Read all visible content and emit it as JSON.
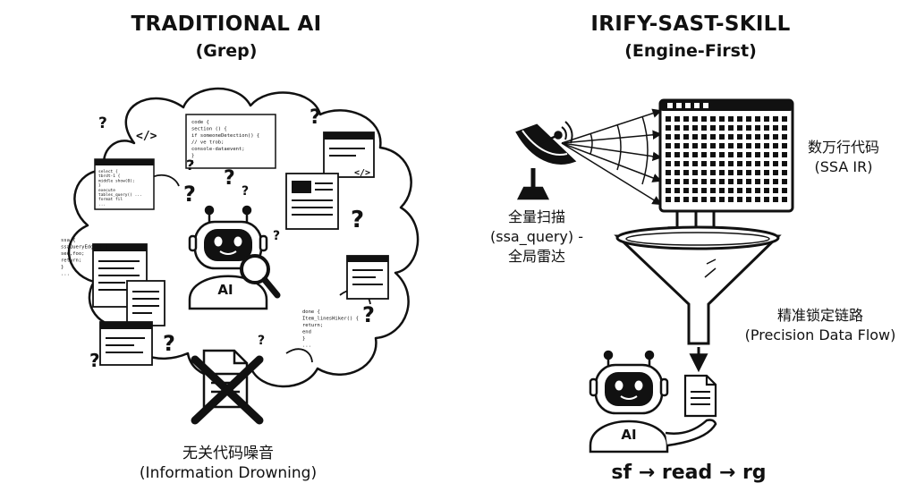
{
  "left": {
    "title": "TRADITIONAL AI",
    "subtitle": "(Grep)",
    "robot_badge": "AI",
    "caption_cn": "无关代码噪音",
    "caption_en": "(Information Drowning)",
    "code_snippets": {
      "tag_a": "</>",
      "tag_b": "</>",
      "code_top": [
        "code {",
        "  section () {",
        "    if someoneDetection() {",
        "      // ve trob;",
        "      console-dataevent;",
        "    }",
        "  }"
      ],
      "code_left": [
        "ssa {",
        "  ssaQueryEdge() {",
        "    seq,foo;",
        "    return;",
        "  }",
        "  ..."
      ],
      "code_mid": [
        "select {",
        "  tbrdt-1 {",
        "    middle show(0);",
        "  }",
        "  execute",
        "  tables_query() ...",
        "  format fil",
        "  ..."
      ],
      "code_bottom": [
        "done {",
        "  Item_linesHiker() {",
        "    return;",
        "    end",
        "  }",
        "  ..."
      ]
    }
  },
  "right": {
    "title": "IRIFY-SAST-SKILL",
    "subtitle": "(Engine-First)",
    "scan_cn": "全量扫描",
    "scan_en": "(ssa_query) -",
    "scan_cn2": "全局雷达",
    "grid_cn": "数万行代码",
    "grid_en": "(SSA IR)",
    "funnel_cn": "精准锁定链路",
    "funnel_en": "(Precision Data Flow)",
    "robot_badge": "AI",
    "command": "sf → read → rg"
  }
}
